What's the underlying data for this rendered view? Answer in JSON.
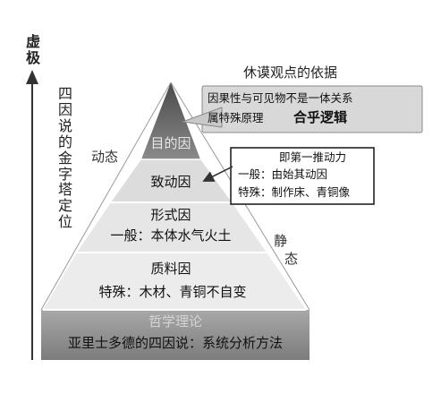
{
  "left_axis": {
    "top_label": "虚极",
    "vertical_title": "四因说的金字塔定位"
  },
  "side_labels": {
    "dynamic": "动态",
    "static": "静态"
  },
  "pyramid": {
    "final_cause": "目的因",
    "efficient_cause": "致动因",
    "formal_cause": "形式因",
    "formal_general": "一般：本体水气火土",
    "material_cause": "质料因",
    "material_special": "特殊：木材、青铜不自变",
    "base_heading": "哲学理论",
    "base_text": "亚里士多德的四因说：系统分析方法"
  },
  "hume_callout": {
    "title": "休谟观点的依据",
    "line1": "因果性与可见物不是一体关系",
    "line2a": "属特殊原理",
    "line2b": "合乎逻辑"
  },
  "prime_mover_callout": {
    "title": "即第一推动力",
    "general": "一般：由始其动因",
    "special": "特殊：制作床、青铜像"
  },
  "colors": {
    "apex": "#6e6e6e",
    "band2": "#dcdcdc",
    "band3": "#e4e4e4",
    "band4": "#ececec",
    "base": "#8c8c8c"
  }
}
